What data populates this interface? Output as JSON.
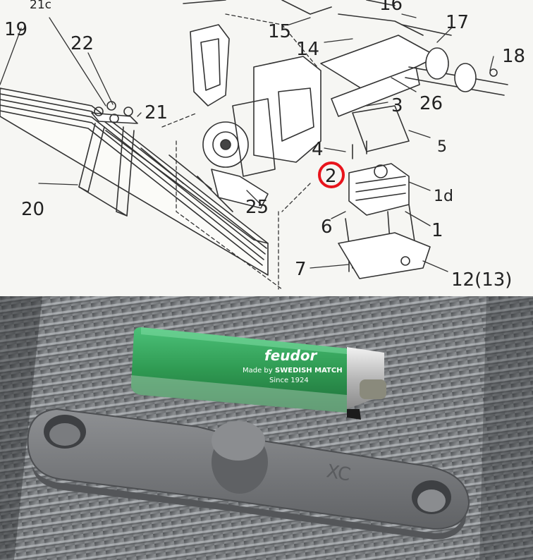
{
  "diagram": {
    "labels": {
      "l21c": "21c",
      "l19": "19",
      "l22": "22",
      "l21": "21",
      "l20": "20",
      "l15": "15",
      "l14": "14",
      "l16": "16",
      "l17": "17",
      "l18": "18",
      "l3": "3",
      "l26": "26",
      "l5": "5",
      "l4": "4",
      "l2": "2",
      "l1d": "1d",
      "l25": "25",
      "l6": "6",
      "l1": "1",
      "l7": "7",
      "l12": "12(13)"
    },
    "highlight_color": "#e8141c"
  },
  "photo": {
    "lighter": {
      "brand": "feudor",
      "made_by": "Made by",
      "maker": "SWEDISH MATCH",
      "since": "Since 1924",
      "body_color": "#2f9a52"
    },
    "part": {
      "engraving": "XC",
      "color": "#7d7f82"
    }
  }
}
